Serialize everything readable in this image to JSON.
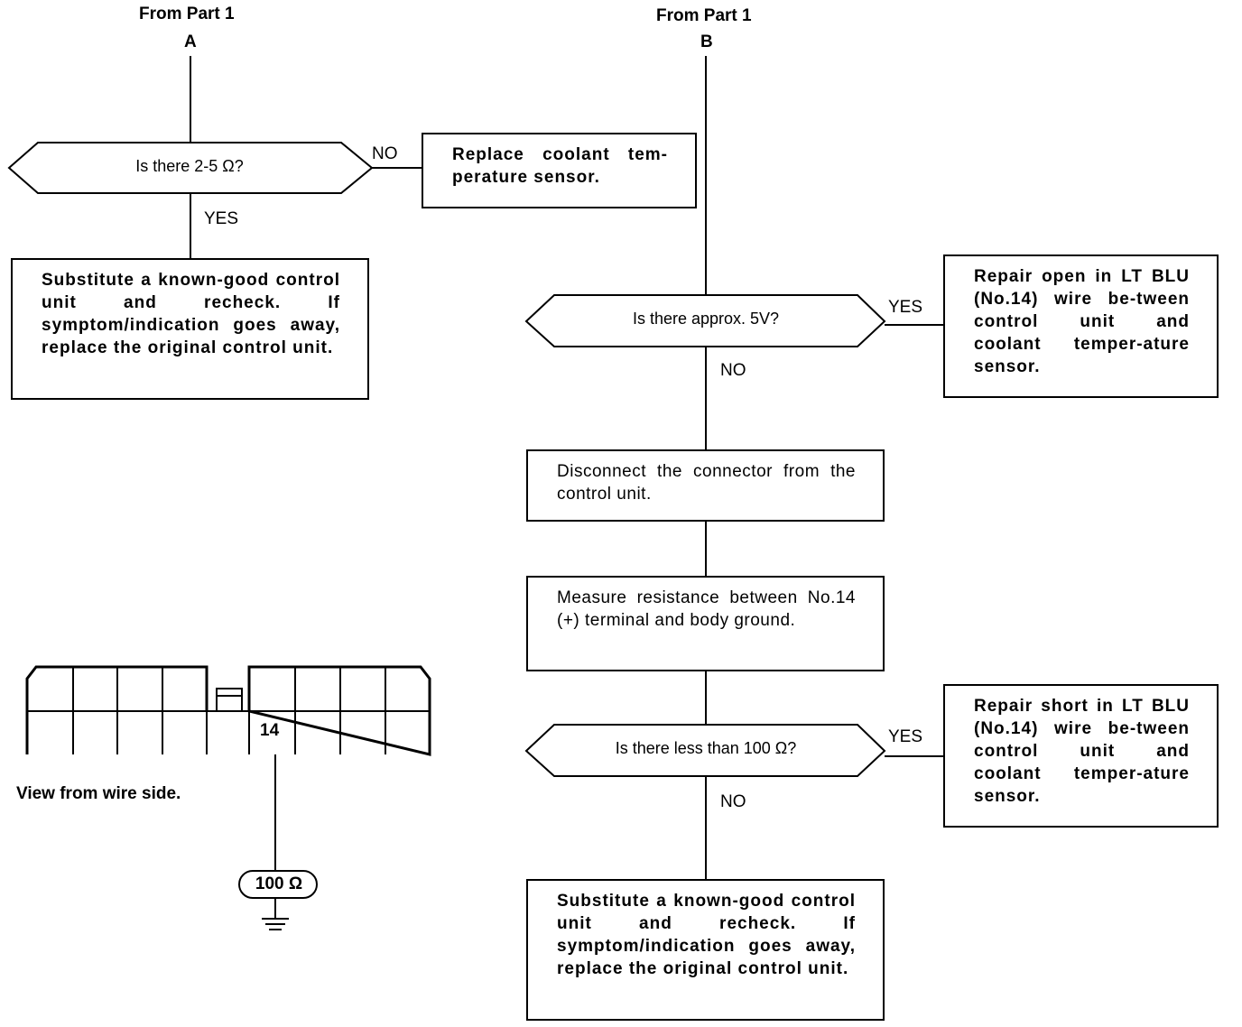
{
  "left_branch": {
    "header": "From Part 1",
    "connector": "A",
    "question": "Is there 2-5 Ω?",
    "no_label": "NO",
    "yes_label": "YES",
    "no_action": "Replace coolant tem-perature sensor.",
    "yes_action": "Substitute a known-good control unit and recheck. If symptom/indication goes away, replace the original control unit."
  },
  "right_branch": {
    "header": "From Part 1",
    "connector": "B",
    "question1": "Is there approx. 5V?",
    "q1_yes_label": "YES",
    "q1_no_label": "NO",
    "q1_yes_action": "Repair open in LT BLU (No.14) wire be-tween control unit and coolant temper-ature sensor.",
    "step1": "Disconnect the connector from the control unit.",
    "step2": "Measure resistance between No.14 (+) terminal and body ground.",
    "question2": "Is there less than 100 Ω?",
    "q2_yes_label": "YES",
    "q2_no_label": "NO",
    "q2_yes_action": "Repair short in LT BLU (No.14) wire be-tween control unit and coolant temper-ature sensor.",
    "q2_no_action": "Substitute a known-good control unit and recheck. If symptom/indication goes away, replace the original control unit."
  },
  "connector_view": {
    "terminal": "14",
    "caption": "View from wire side.",
    "meter": "100 Ω"
  }
}
